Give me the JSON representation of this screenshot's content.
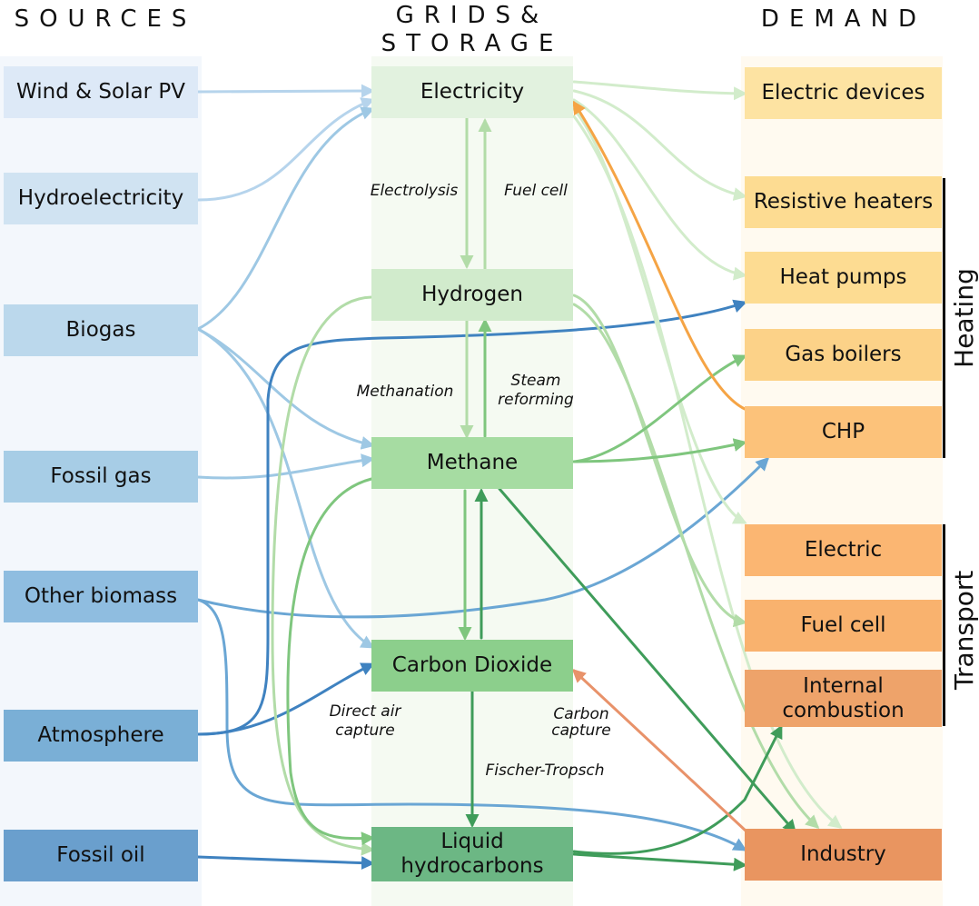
{
  "columns": {
    "sources": "SOURCES",
    "grids_line1": "GRIDS&",
    "grids_line2": "STORAGE",
    "demand": "DEMAND"
  },
  "sources": {
    "wind_solar": "Wind & Solar PV",
    "hydro": "Hydroelectricity",
    "biogas": "Biogas",
    "fossil_gas": "Fossil gas",
    "other_biomass": "Other biomass",
    "atmosphere": "Atmosphere",
    "fossil_oil": "Fossil oil"
  },
  "grids": {
    "electricity": "Electricity",
    "hydrogen": "Hydrogen",
    "methane": "Methane",
    "co2": "Carbon Dioxide",
    "liquid_line1": "Liquid",
    "liquid_line2": "hydrocarbons"
  },
  "demand": {
    "electric_devices": "Electric devices",
    "resistive_heaters": "Resistive heaters",
    "heat_pumps": "Heat pumps",
    "gas_boilers": "Gas boilers",
    "chp": "CHP",
    "electric": "Electric",
    "fuel_cell": "Fuel cell",
    "ice_line1": "Internal",
    "ice_line2": "combustion",
    "industry": "Industry"
  },
  "processes": {
    "electrolysis": "Electrolysis",
    "fuel_cell": "Fuel cell",
    "methanation": "Methanation",
    "steam_line1": "Steam",
    "steam_line2": "reforming",
    "dac_line1": "Direct air",
    "dac_line2": "capture",
    "cc_line1": "Carbon",
    "cc_line2": "capture",
    "fischer_tropsch": "Fischer-Tropsch"
  },
  "groups": {
    "heating": "Heating",
    "transport": "Transport"
  },
  "colors": {
    "src_wind": "#dde9f7",
    "src_hydro": "#d0e3f2",
    "src_biogas": "#bbd8ec",
    "src_fossilgas": "#a7cde6",
    "src_biomass": "#8fbde0",
    "src_atmos": "#7aafd6",
    "src_oil": "#6a9fcd",
    "grid_elec": "#e2f2df",
    "grid_h2": "#d1ebcc",
    "grid_ch4": "#a6dca2",
    "grid_co2": "#8ccf8c",
    "grid_liquid": "#6cb784",
    "dem_elecdev": "#fde3a2",
    "dem_resist": "#fddc92",
    "dem_hp": "#fddc92",
    "dem_gas": "#fcd288",
    "dem_chp": "#fcc27a",
    "dem_electric": "#fbb672",
    "dem_fuelcell": "#f9b26e",
    "dem_ice": "#eea36a",
    "dem_industry": "#e99560"
  }
}
